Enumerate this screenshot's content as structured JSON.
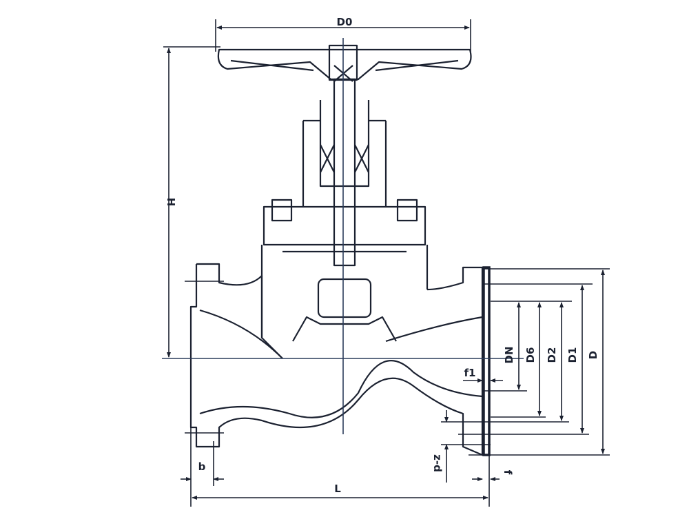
{
  "title": "Flanged globe valve dimension drawing",
  "labels": {
    "handwheel_diameter": "D0",
    "height": "H",
    "nominal_diameter": "DN",
    "d6": "D6",
    "d2": "D2",
    "d1": "D1",
    "flange_diameter": "D",
    "f1": "f1",
    "bolt_holes": "z-d",
    "flange_thickness": "b",
    "length": "L",
    "raised_face": "f"
  },
  "colors": {
    "line": "#1b2130",
    "background": "#ffffff"
  }
}
